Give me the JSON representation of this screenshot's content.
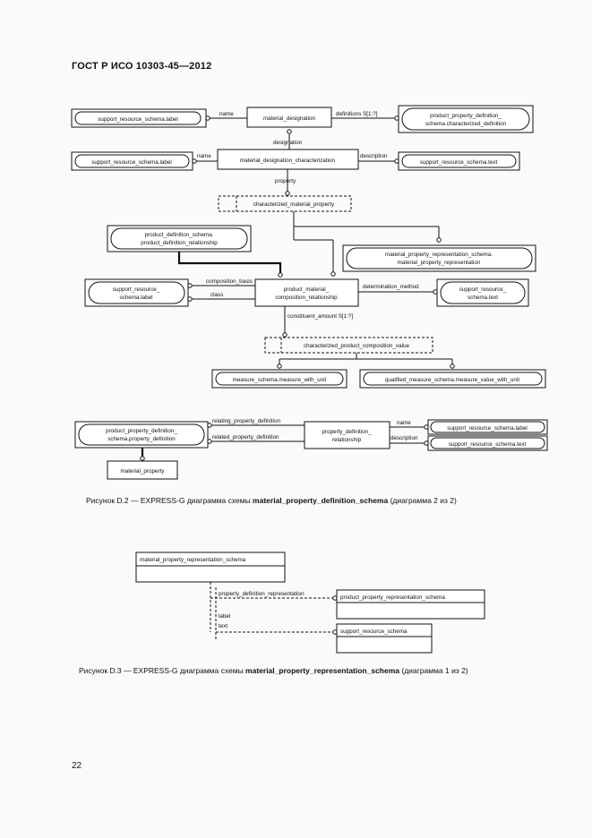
{
  "header": {
    "title": "ГОСТ Р ИСО 10303-45—2012"
  },
  "page_number": "22",
  "figure2": {
    "entities": {
      "material_designation": "material_designation",
      "ppds_characterized_def_l1": "product_property_definition_",
      "ppds_characterized_def_l2": "schema.characterized_definition",
      "srs_label_1": "support_resource_schema.label",
      "mdc": "material_designation_characterization",
      "srs_label_2": "support_resource_schema.label",
      "srs_text_1": "support_resource_schema.text",
      "characterized_material_property": "characterized_material_property",
      "pds_pdr_l1": "product_definition_schema.",
      "pds_pdr_l2": "product_definition_relationship",
      "mprs_mpr_l1": "material_property_representation_schema.",
      "mprs_mpr_l2": "material_property_representation",
      "srs_schema_label_l1": "support_resource_",
      "srs_schema_label_l2": "schema.label",
      "pmcr_l1": "product_material_",
      "pmcr_l2": "composition_relationship",
      "srs_schema_text_l1": "support_resource_",
      "srs_schema_text_l2": "schema.text",
      "characterized_product_composition_value": "characterized_product_composition_value",
      "measure_with_unit": "measure_schema.measure_with_unit",
      "qualified_measure": "qualified_measure_schema.measure_value_with_unit",
      "ppds_property_definition_l1": "product_property_definition_",
      "ppds_property_definition_l2": "schema.property_definition",
      "pdr_l1": "property_definition_",
      "pdr_l2": "relationship",
      "srs_label_3": "support_resource_schema.label",
      "srs_text_2": "support_resource_schema.text",
      "material_property": "material_property"
    },
    "relations": {
      "name_1": "name",
      "definitions": "definitions S[1:?]",
      "designation": "designation",
      "name_2": "name",
      "description_1": "description",
      "property": "property",
      "composition_basis": "composition_basis",
      "class": "class",
      "determination_method": "determination_method",
      "constituent_amount": "constituent_amount S[1:?]",
      "relating_property_definition": "relating_property_definition",
      "related_property_definition": "related_property_definition",
      "name_3": "name",
      "description_2": "description"
    },
    "caption": {
      "prefix": "Рисунок  D.2 — EXPRESS-G диаграмма схемы ",
      "schema": "material_property_definition_schema",
      "suffix": " (диаграмма 2 из 2)"
    }
  },
  "figure3": {
    "entities": {
      "schema_box": "material_property_representation_schema",
      "prs": "product_property_representation_schema",
      "srs": "support_resource_schema"
    },
    "relations": {
      "ppr": "property_definition_representation",
      "label": "label",
      "text": "text"
    },
    "caption": {
      "prefix": "Рисунок  D.3 — EXPRESS-G диаграмма схемы ",
      "schema": "material_property_representation_schema",
      "suffix": " (диаграмма 1 из 2)"
    }
  }
}
